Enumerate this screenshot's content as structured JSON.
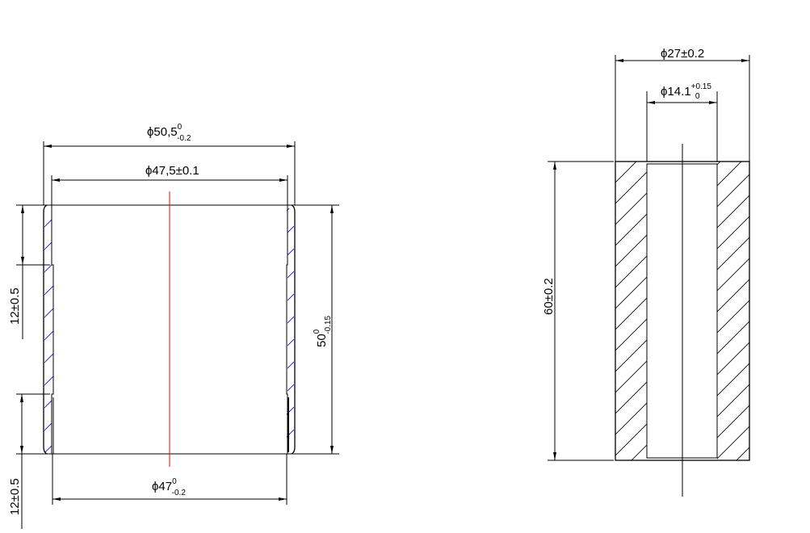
{
  "colors": {
    "line": "#000000",
    "centerline": "#ff0000",
    "hatch_left": "#0000ff",
    "hatch_right": "#000000"
  },
  "left_part": {
    "outer_diameter": {
      "base": "ϕ50,5",
      "upper": "0",
      "lower": "-0.2"
    },
    "inner_diameter": {
      "text": "ϕ47,5±0.1"
    },
    "bottom_diameter": {
      "base": "ϕ47",
      "upper": "0",
      "lower": "-0.2"
    },
    "height": {
      "base": "50",
      "upper": "0",
      "lower": "-0.15"
    },
    "upper_section": {
      "text": "12±0.5"
    },
    "lower_section": {
      "text": "12±0.5"
    }
  },
  "right_part": {
    "outer_diameter": {
      "text": "ϕ27±0.2"
    },
    "inner_diameter": {
      "base": "ϕ14.1",
      "upper": "+0.15",
      "lower": "0"
    },
    "height": {
      "text": "60±0.2"
    }
  }
}
